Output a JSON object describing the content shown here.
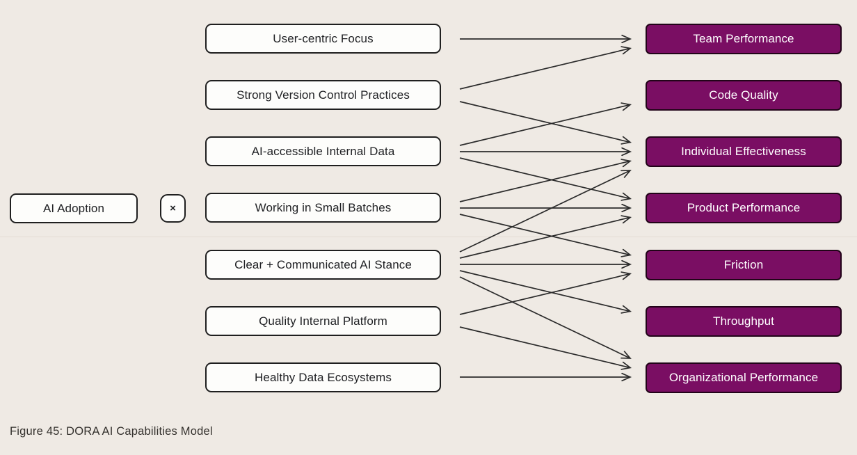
{
  "figure": {
    "caption": "Figure 45: DORA AI Capabilities Model"
  },
  "adoption": {
    "label": "AI Adoption",
    "operator": "×"
  },
  "capabilities": [
    "User-centric Focus",
    "Strong Version Control Practices",
    "AI-accessible Internal Data",
    "Working in Small Batches",
    "Clear + Communicated AI Stance",
    "Quality Internal Platform",
    "Healthy Data Ecosystems"
  ],
  "outcomes": [
    "Team Performance",
    "Code Quality",
    "Individual Effectiveness",
    "Product Performance",
    "Friction",
    "Throughput",
    "Organizational Performance"
  ],
  "connections": [
    {
      "from": 0,
      "to": 0,
      "from_label": "User-centric Focus",
      "to_label": "Team Performance"
    },
    {
      "from": 1,
      "to": 0,
      "from_label": "Strong Version Control Practices",
      "to_label": "Team Performance"
    },
    {
      "from": 1,
      "to": 2,
      "from_label": "Strong Version Control Practices",
      "to_label": "Individual Effectiveness"
    },
    {
      "from": 2,
      "to": 1,
      "from_label": "AI-accessible Internal Data",
      "to_label": "Code Quality"
    },
    {
      "from": 2,
      "to": 2,
      "from_label": "AI-accessible Internal Data",
      "to_label": "Individual Effectiveness"
    },
    {
      "from": 2,
      "to": 3,
      "from_label": "AI-accessible Internal Data",
      "to_label": "Product Performance"
    },
    {
      "from": 3,
      "to": 2,
      "from_label": "Working in Small Batches",
      "to_label": "Individual Effectiveness"
    },
    {
      "from": 3,
      "to": 3,
      "from_label": "Working in Small Batches",
      "to_label": "Product Performance"
    },
    {
      "from": 3,
      "to": 4,
      "from_label": "Working in Small Batches",
      "to_label": "Friction"
    },
    {
      "from": 4,
      "to": 2,
      "from_label": "Clear + Communicated AI Stance",
      "to_label": "Individual Effectiveness"
    },
    {
      "from": 4,
      "to": 3,
      "from_label": "Clear + Communicated AI Stance",
      "to_label": "Product Performance"
    },
    {
      "from": 4,
      "to": 4,
      "from_label": "Clear + Communicated AI Stance",
      "to_label": "Friction"
    },
    {
      "from": 4,
      "to": 5,
      "from_label": "Clear + Communicated AI Stance",
      "to_label": "Throughput"
    },
    {
      "from": 4,
      "to": 6,
      "from_label": "Clear + Communicated AI Stance",
      "to_label": "Organizational Performance"
    },
    {
      "from": 5,
      "to": 4,
      "from_label": "Quality Internal Platform",
      "to_label": "Friction"
    },
    {
      "from": 5,
      "to": 6,
      "from_label": "Quality Internal Platform",
      "to_label": "Organizational Performance"
    },
    {
      "from": 6,
      "to": 6,
      "from_label": "Healthy Data Ecosystems",
      "to_label": "Organizational Performance"
    }
  ],
  "colors": {
    "background": "#EFEAE4",
    "capability_fill": "#FDFDFB",
    "capability_border": "#1F1F1F",
    "outcome_fill": "#7A0E63",
    "outcome_border": "#220419",
    "outcome_text": "#FFFFFF",
    "arrow": "#2B2B2B"
  }
}
